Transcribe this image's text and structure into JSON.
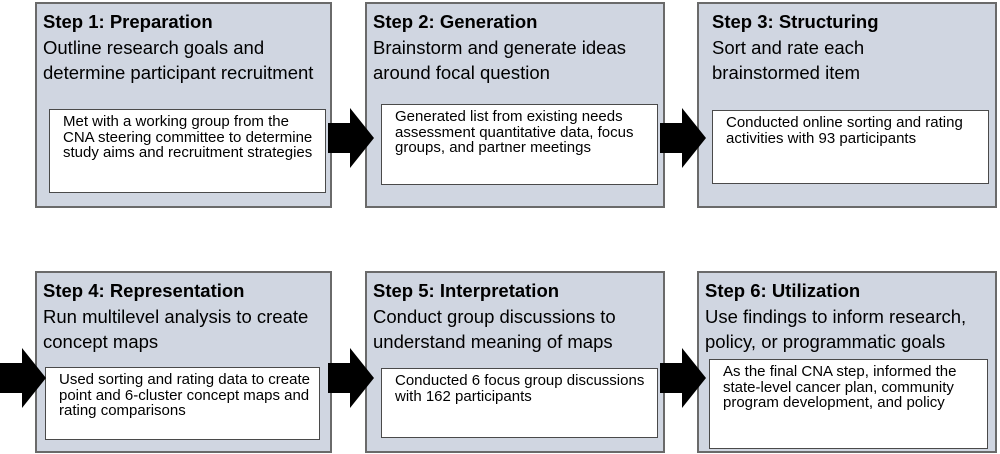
{
  "steps": [
    {
      "title": "Step 1: Preparation",
      "description": "Outline research goals and determine participant recruitment",
      "detail": "Met with a working group from the CNA steering committee to determine study aims and recruitment strategies"
    },
    {
      "title": "Step 2: Generation",
      "description": "Brainstorm and generate ideas around focal question",
      "detail": "Generated list from existing needs assessment quantitative data, focus groups, and partner meetings"
    },
    {
      "title": "Step 3: Structuring",
      "description": "Sort and rate each brainstormed item",
      "detail": "Conducted online sorting and rating activities with 93 participants"
    },
    {
      "title": "Step 4: Representation",
      "description": "Run multilevel analysis to create concept maps",
      "detail": "Used sorting and rating data to create point and 6-cluster concept  maps and rating comparisons"
    },
    {
      "title": "Step 5: Interpretation",
      "description": "Conduct group discussions to understand meaning of maps",
      "detail": "Conducted 6 focus group discussions with 162 participants"
    },
    {
      "title": "Step 6: Utilization",
      "description": "Use findings to inform research, policy, or programmatic goals",
      "detail": "As the final CNA step, informed the state-level cancer plan, community program development, and policy"
    }
  ]
}
